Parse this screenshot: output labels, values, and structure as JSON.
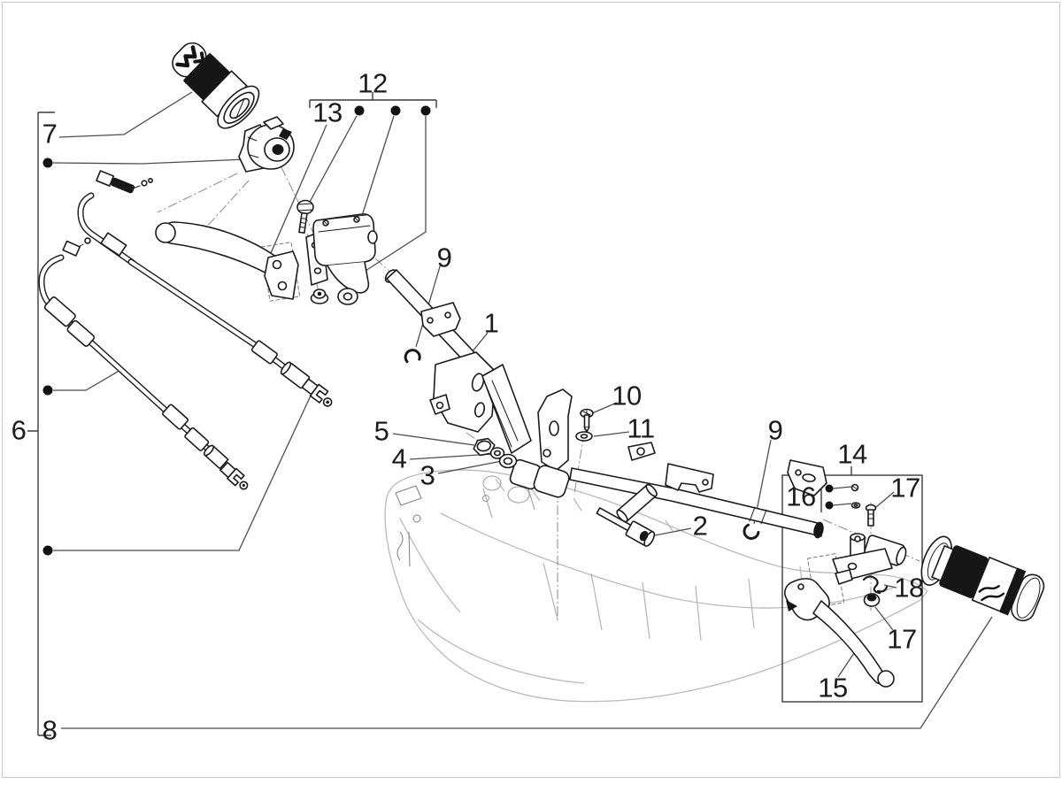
{
  "page": {
    "background": "#ffffff",
    "frame_color": "#c9c9c9"
  },
  "diagram": {
    "ink_color": "#1a1a1a",
    "callout_line_color": "#4d4d4d",
    "ghost_color": "#b9b9b9",
    "callouts": [
      {
        "number": "7"
      },
      {
        "number": "6"
      },
      {
        "number": "8"
      },
      {
        "number": "12"
      },
      {
        "number": "13"
      },
      {
        "number": "9"
      },
      {
        "number": "1"
      },
      {
        "number": "10"
      },
      {
        "number": "11"
      },
      {
        "number": "5"
      },
      {
        "number": "4"
      },
      {
        "number": "3"
      },
      {
        "number": "2"
      },
      {
        "number": "9"
      },
      {
        "number": "14"
      },
      {
        "number": "16"
      },
      {
        "number": "17"
      },
      {
        "number": "18"
      },
      {
        "number": "17"
      },
      {
        "number": "15"
      }
    ]
  }
}
